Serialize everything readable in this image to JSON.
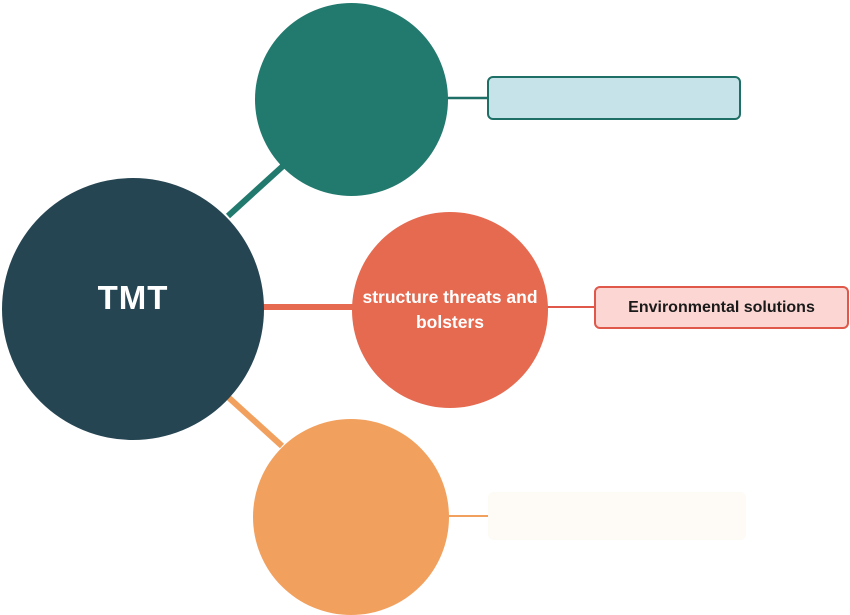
{
  "colors": {
    "hub": "#264553",
    "top": "#22796d",
    "middle": "#e56a50",
    "bottom": "#f2a05e",
    "top_box_fill": "#c7e3ea",
    "top_box_border": "#1e6f66",
    "mid_box_fill": "#fbd6d3",
    "mid_box_border": "#e0584a"
  },
  "hub": {
    "label": "TMT"
  },
  "branches": [
    {
      "id": "top",
      "label": "",
      "detail": ""
    },
    {
      "id": "middle",
      "label": "structure threats and bolsters",
      "detail": "Environmental solutions"
    },
    {
      "id": "bottom",
      "label": "",
      "detail": ""
    }
  ]
}
